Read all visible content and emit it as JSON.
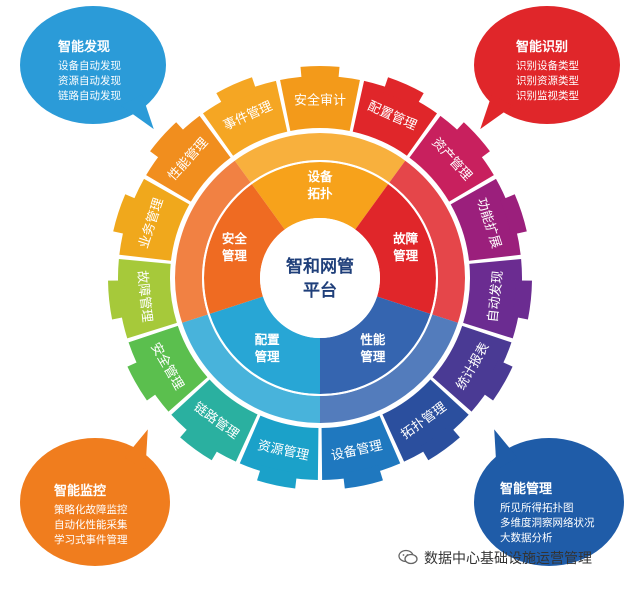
{
  "center": {
    "line1": "智和网管",
    "line2": "平台"
  },
  "inner_ring": [
    {
      "line1": "设备",
      "line2": "拓扑",
      "color": "#f7a21b"
    },
    {
      "line1": "故障",
      "line2": "管理",
      "color": "#e0262a"
    },
    {
      "line1": "性能",
      "line2": "管理",
      "color": "#3565b0"
    },
    {
      "line1": "配置",
      "line2": "管理",
      "color": "#28a6d5"
    },
    {
      "line1": "安全",
      "line2": "管理",
      "color": "#ef6b22"
    }
  ],
  "outer_ring": [
    {
      "label": "安全审计",
      "color": "#f39a1a"
    },
    {
      "label": "配置管理",
      "color": "#e0262a"
    },
    {
      "label": "资产管理",
      "color": "#c8205e"
    },
    {
      "label": "功能扩展",
      "color": "#9b1f7c"
    },
    {
      "label": "自动发现",
      "color": "#6b2c91"
    },
    {
      "label": "统计报表",
      "color": "#4a3a94"
    },
    {
      "label": "拓扑管理",
      "color": "#2b4f9e"
    },
    {
      "label": "设备管理",
      "color": "#1f78bf"
    },
    {
      "label": "资源管理",
      "color": "#1ba1c9"
    },
    {
      "label": "链路管理",
      "color": "#2ab0a0"
    },
    {
      "label": "安全管理",
      "color": "#5bbf4e"
    },
    {
      "label": "故障管理",
      "color": "#a6c93a"
    },
    {
      "label": "业务管理",
      "color": "#f0a81c"
    },
    {
      "label": "性能管理",
      "color": "#f18e1e"
    },
    {
      "label": "事件管理",
      "color": "#f5a623"
    }
  ],
  "bubbles": {
    "top_left": {
      "title": "智能发现",
      "lines": [
        "设备自动发现",
        "资源自动发现",
        "链路自动发现"
      ],
      "color": "#2b9bd8"
    },
    "top_right": {
      "title": "智能识别",
      "lines": [
        "识别设备类型",
        "识别资源类型",
        "识别监视类型"
      ],
      "color": "#e0262a"
    },
    "bottom_left": {
      "title": "智能监控",
      "lines": [
        "策略化故障监控",
        "自动化性能采集",
        "学习式事件管理"
      ],
      "color": "#f07d1e"
    },
    "bottom_right": {
      "title": "智能管理",
      "lines": [
        "所见所得拓扑图",
        "多维度洞察网络状况",
        "大数据分析"
      ],
      "color": "#1f5ca8"
    }
  },
  "watermark": {
    "text": "数据中心基础设施运营管理",
    "icon": "wechat-icon"
  }
}
